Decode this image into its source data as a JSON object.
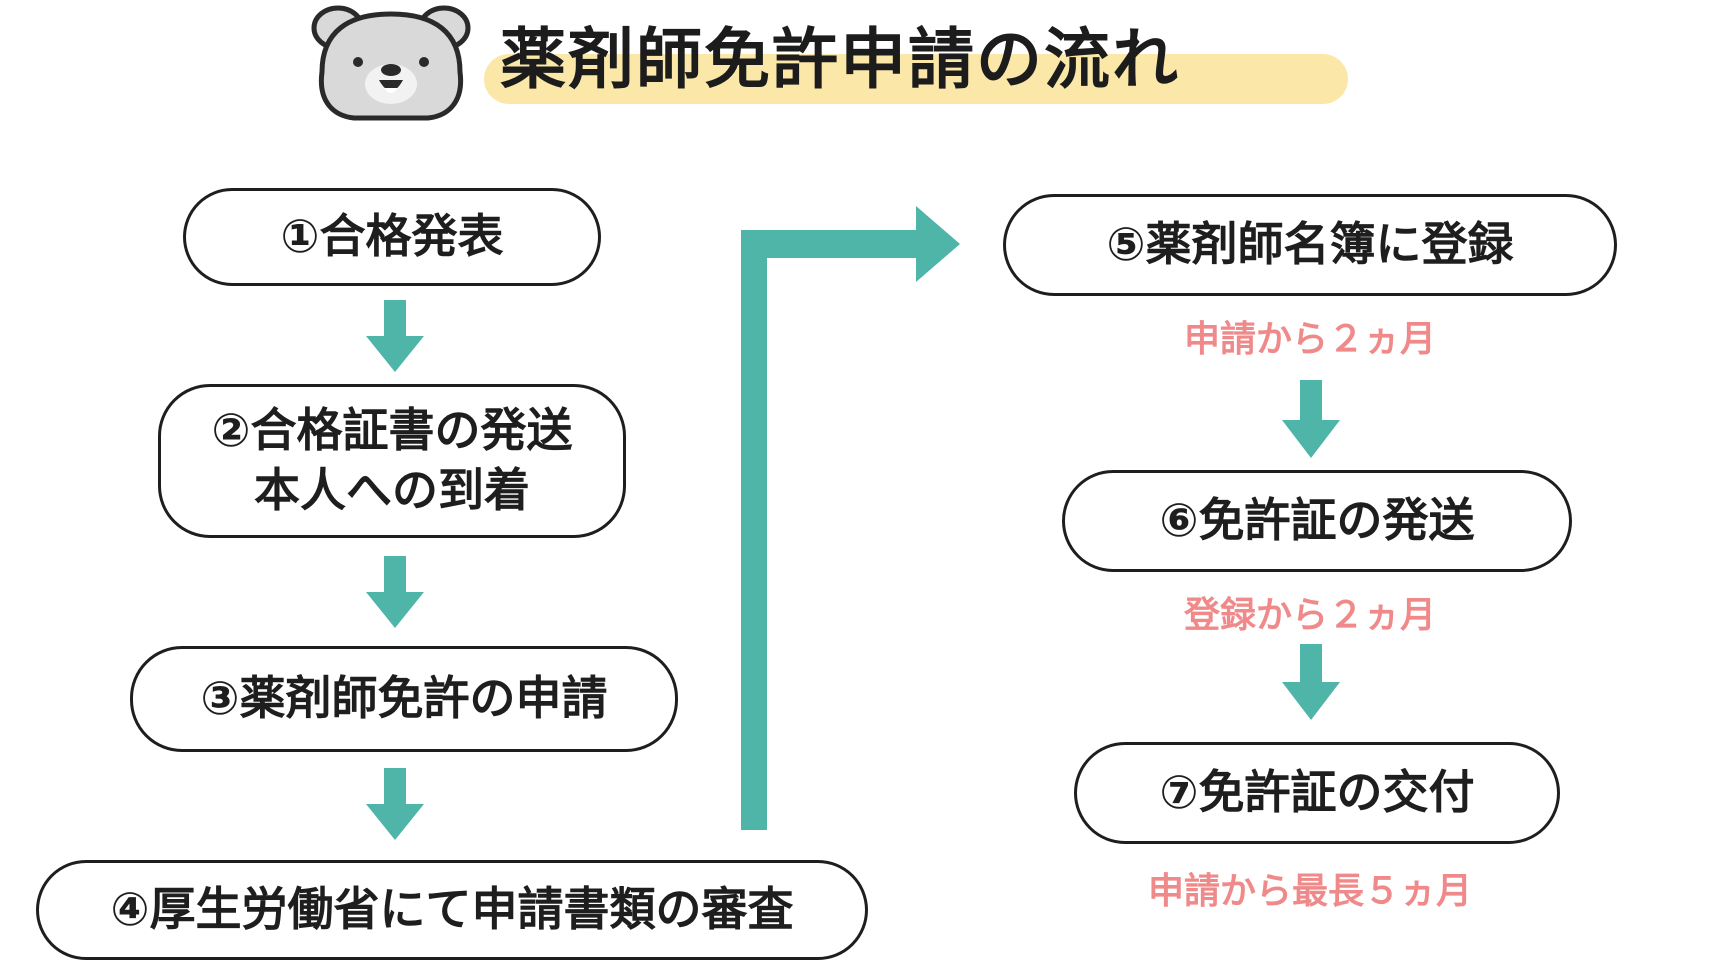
{
  "title": "薬剤師免許申請の流れ",
  "colors": {
    "arrow": "#4fb5a8",
    "highlight": "#fbe8a9",
    "note": "#f08a8a",
    "border": "#1e1e1e"
  },
  "icons": {
    "mascot": "bear-face-icon"
  },
  "steps": [
    {
      "lines": [
        "①合格発表"
      ]
    },
    {
      "lines": [
        "②合格証書の発送",
        "本人への到着"
      ]
    },
    {
      "lines": [
        "③薬剤師免許の申請"
      ]
    },
    {
      "lines": [
        "④厚生労働省にて申請書類の審査"
      ]
    },
    {
      "lines": [
        "⑤薬剤師名簿に登録"
      ]
    },
    {
      "lines": [
        "⑥免許証の発送"
      ]
    },
    {
      "lines": [
        "⑦免許証の交付"
      ]
    }
  ],
  "notes": [
    "申請から２ヵ月",
    "登録から２ヵ月",
    "申請から最長５ヵ月"
  ]
}
